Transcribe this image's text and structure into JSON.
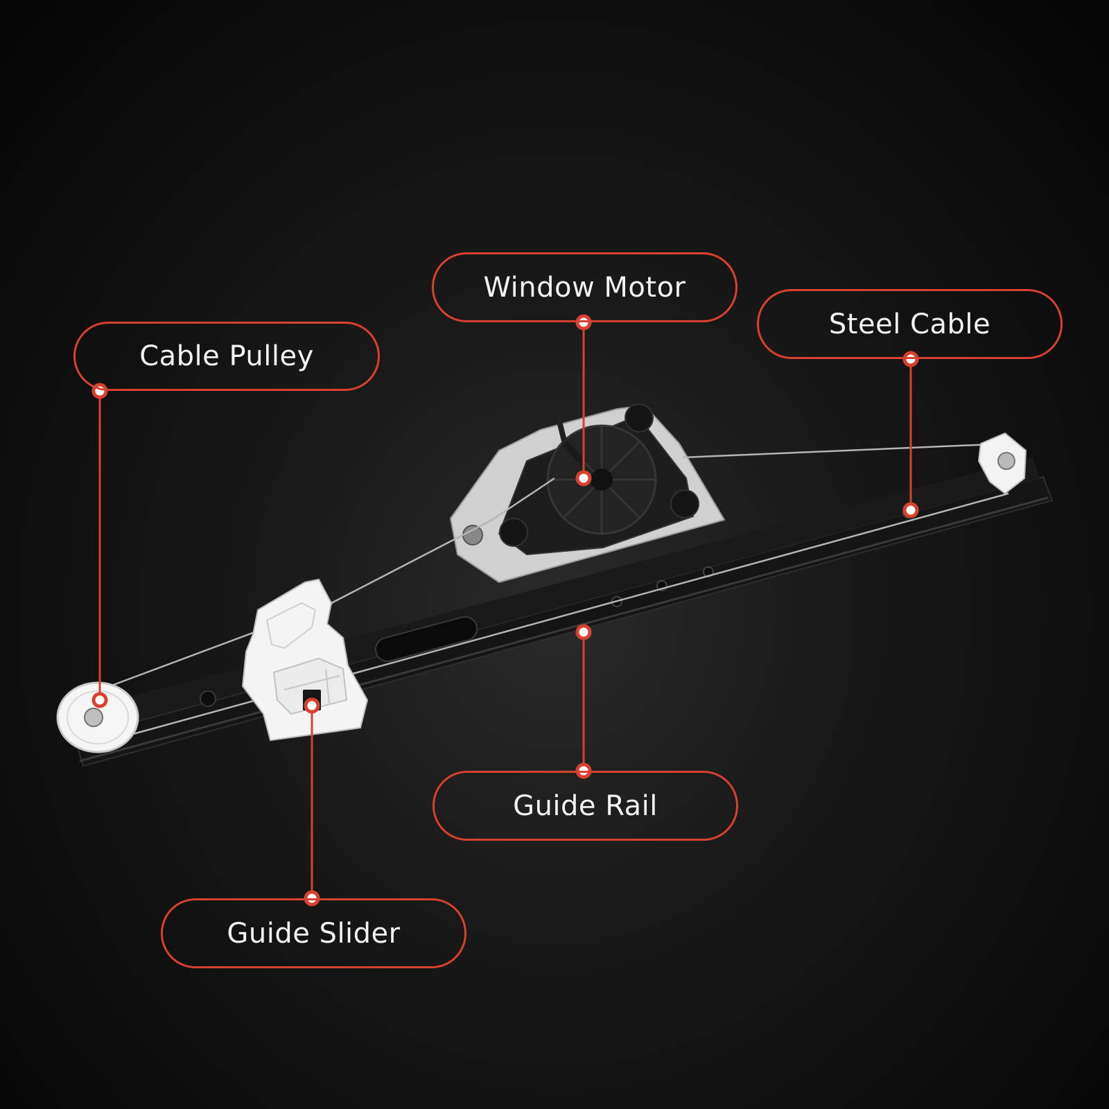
{
  "colors": {
    "accent": "#d8412f",
    "background": "#0a0a0a",
    "rail": "#141414",
    "plastic": "#f4f4f4",
    "motor": "#1c1c1c",
    "bracket": "#d6d6d6",
    "cable": "#b8b8b8"
  },
  "labels": {
    "window_motor": "Window Motor",
    "steel_cable": "Steel Cable",
    "cable_pulley": "Cable Pulley",
    "guide_rail": "Guide Rail",
    "guide_slider": "Guide Slider"
  }
}
